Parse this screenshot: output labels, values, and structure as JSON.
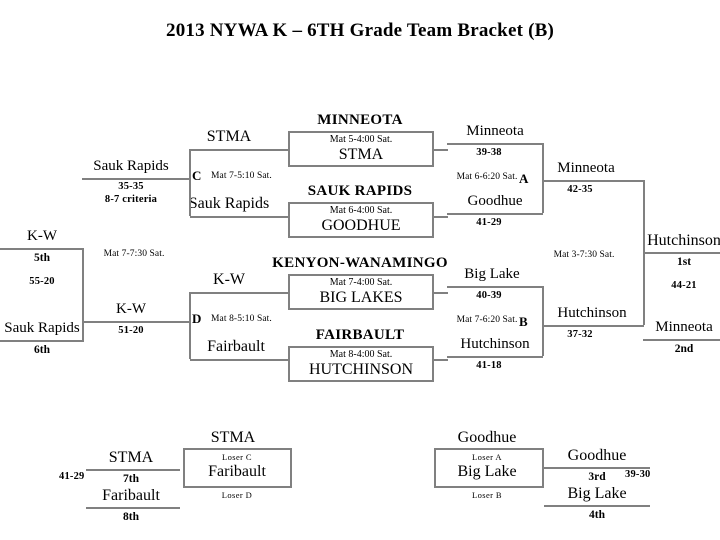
{
  "title": "2013 NYWA K – 6TH Grade Team Bracket (B)",
  "main_bracket": {
    "round1": {
      "entry_top": {
        "team": "K-W",
        "place": "5th",
        "score": "55-20"
      },
      "entry_bottom": {
        "team": "Sauk Rapids",
        "place": "6th"
      }
    },
    "round2": {
      "upper": {
        "winner": "Sauk Rapids",
        "score": "35-35",
        "criteria": "8-7 criteria"
      },
      "lower": {
        "winner": "K-W",
        "score": "51-20"
      },
      "mat": "Mat 7-7:30  Sat."
    },
    "quarter_top": {
      "feed_top": "STMA",
      "feed_bottom": "Sauk Rapids",
      "letter": "C",
      "mat": "Mat 7-5:10 Sat.",
      "match_upper": {
        "seed": "MINNEOTA",
        "mat": "Mat 5-4:00  Sat.",
        "opponent": "STMA"
      },
      "match_lower": {
        "seed": "SAUK RAPIDS",
        "mat": "Mat 6-4:00  Sat.",
        "opponent": "GOODHUE"
      }
    },
    "quarter_bottom": {
      "feed_top": "K-W",
      "feed_bottom": "Fairbault",
      "letter": "D",
      "mat": "Mat 8-5:10  Sat.",
      "match_upper": {
        "seed": "KENYON-WANAMINGO",
        "mat": "Mat 7-4:00  Sat.",
        "opponent": "BIG LAKES"
      },
      "match_lower": {
        "seed": "FAIRBAULT",
        "mat": "Mat 8-4:00  Sat.",
        "opponent": "HUTCHINSON"
      }
    },
    "semi_top": {
      "top_team": "Minneota",
      "top_score": "39-38",
      "bottom_team": "Goodhue",
      "bottom_score": "41-29",
      "mat": "Mat 6-6:20  Sat.",
      "letter": "A"
    },
    "semi_bottom": {
      "top_team": "Big Lake",
      "top_score": "40-39",
      "bottom_team": "Hutchinson",
      "bottom_score": "41-18",
      "mat": "Mat 7-6:20  Sat.",
      "letter": "B"
    },
    "final": {
      "top_team": "Minneota",
      "top_score": "42-35",
      "bottom_team": "Hutchinson",
      "bottom_score": "37-32",
      "mat": "Mat 3-7:30  Sat."
    },
    "champion": {
      "team": "Hutchinson",
      "place": "1st",
      "score": "44-21"
    },
    "runner_up": {
      "team": "Minneota",
      "place": "2nd"
    }
  },
  "consolation_7_8": {
    "score_left": "41-29",
    "upper_team": "STMA",
    "upper_place": "7th",
    "lower_team": "Faribault",
    "lower_place": "8th",
    "box": {
      "top_team": "STMA",
      "top_src": "Loser  C",
      "bottom_team": "Faribault",
      "bottom_src": "Loser  D"
    }
  },
  "consolation_3_4": {
    "box": {
      "top_team": "Goodhue",
      "top_src": "Loser A",
      "bottom_team": "Big Lake",
      "bottom_src": "Loser B"
    },
    "upper_team": "Goodhue",
    "upper_place": "3rd",
    "lower_team": "Big Lake",
    "lower_place": "4th",
    "score_right": "39-30"
  }
}
